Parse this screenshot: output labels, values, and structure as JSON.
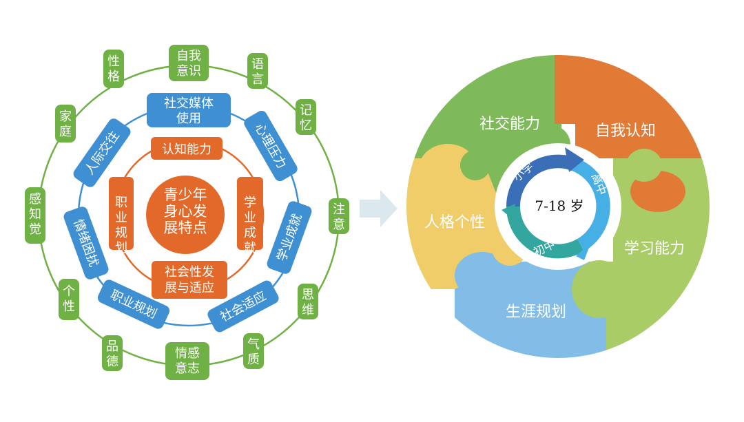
{
  "colors": {
    "green": "#6fb144",
    "blue": "#3f8fd3",
    "orange": "#e2692a",
    "arrow": "#dbe8ee",
    "puzzle_green": "#7fba5a",
    "puzzle_orange": "#e07a35",
    "puzzle_lightgreen": "#a9cc66",
    "puzzle_yellow": "#f0cd69",
    "puzzle_blue": "#81bde6",
    "ring_darkblue": "#3a6fb8",
    "ring_lightblue": "#46b0e6",
    "ring_teal": "#33a6a0"
  },
  "left": {
    "center": "青少年\n身心发\n展特点",
    "inner_orange": [
      {
        "id": "cognitive",
        "text": "认知能力"
      },
      {
        "id": "academic",
        "text": "学业\n成就"
      },
      {
        "id": "social-adapt",
        "text": "社会性发\n展与适应"
      },
      {
        "id": "career-plan",
        "text": "职业\n规划"
      }
    ],
    "middle_blue": [
      {
        "id": "social-media",
        "text": "社交媒体\n使用"
      },
      {
        "id": "psych-pressure",
        "text": "心理压力"
      },
      {
        "id": "academic-achievement",
        "text": "学业成就"
      },
      {
        "id": "social-adaptation",
        "text": "社会适应"
      },
      {
        "id": "career-planning",
        "text": "职业规划"
      },
      {
        "id": "emotional-distress",
        "text": "情绪困扰"
      },
      {
        "id": "interpersonal",
        "text": "人际交往"
      }
    ],
    "outer_green": [
      {
        "id": "self-awareness",
        "text": "自我\n意识"
      },
      {
        "id": "language",
        "text": "语\n言"
      },
      {
        "id": "memory",
        "text": "记\n忆"
      },
      {
        "id": "attention",
        "text": "注\n意"
      },
      {
        "id": "thinking",
        "text": "思\n维"
      },
      {
        "id": "temperament",
        "text": "气\n质"
      },
      {
        "id": "emotion-will",
        "text": "情感\n意志"
      },
      {
        "id": "morality",
        "text": "品\n德"
      },
      {
        "id": "individuality",
        "text": "个\n性"
      },
      {
        "id": "perception",
        "text": "感\n知\n觉"
      },
      {
        "id": "family",
        "text": "家\n庭"
      },
      {
        "id": "personality",
        "text": "性\n格"
      }
    ]
  },
  "right": {
    "pieces": [
      {
        "id": "social-ability",
        "text": "社交能力"
      },
      {
        "id": "self-cognition",
        "text": "自我认知"
      },
      {
        "id": "learning-ability",
        "text": "学习能力"
      },
      {
        "id": "career-planning",
        "text": "生涯规划"
      },
      {
        "id": "personality",
        "text": "人格个性"
      }
    ],
    "ring": [
      {
        "id": "primary",
        "text": "小学"
      },
      {
        "id": "high",
        "text": "高中"
      },
      {
        "id": "middle",
        "text": "初中"
      }
    ],
    "age_label": "7-18 岁"
  }
}
